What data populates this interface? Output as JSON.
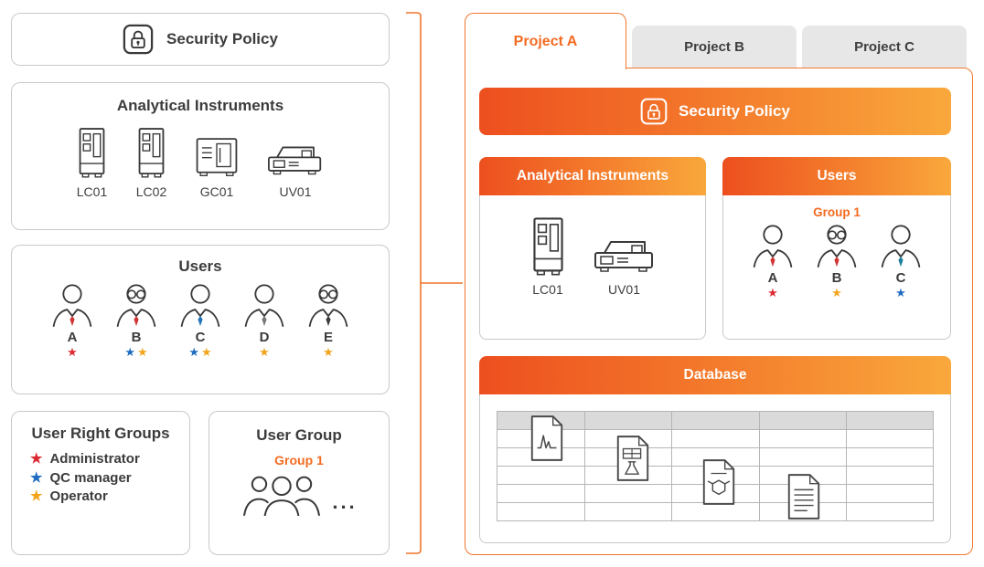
{
  "palette": {
    "accent_orange": "#f26b21",
    "gradient_start": "#ed4f1f",
    "gradient_end": "#f9a83c",
    "star_red": "#dc2a32",
    "star_blue": "#1f6cc0",
    "star_yellow": "#f2a51c"
  },
  "left_panel": {
    "security_policy": {
      "label": "Security Policy",
      "icon": "lock-icon"
    },
    "instruments": {
      "title": "Analytical Instruments",
      "items": [
        {
          "label": "LC01",
          "icon": "lc-instrument-icon"
        },
        {
          "label": "LC02",
          "icon": "lc-instrument-icon"
        },
        {
          "label": "GC01",
          "icon": "gc-instrument-icon"
        },
        {
          "label": "UV01",
          "icon": "uv-instrument-icon"
        }
      ]
    },
    "users": {
      "title": "Users",
      "items": [
        {
          "label": "A",
          "stars": [
            "red"
          ]
        },
        {
          "label": "B",
          "stars": [
            "blue",
            "yellow"
          ]
        },
        {
          "label": "C",
          "stars": [
            "blue",
            "yellow"
          ]
        },
        {
          "label": "D",
          "stars": [
            "yellow"
          ]
        },
        {
          "label": "E",
          "stars": [
            "yellow"
          ]
        }
      ]
    },
    "user_right_groups": {
      "title": "User Right Groups",
      "items": [
        {
          "star": "red",
          "label": "Administrator"
        },
        {
          "star": "blue",
          "label": "QC manager"
        },
        {
          "star": "yellow",
          "label": "Operator"
        }
      ]
    },
    "user_group": {
      "title": "User Group",
      "group_label": "Group 1",
      "more": "..."
    }
  },
  "project_panel": {
    "tabs": [
      {
        "label": "Project A",
        "active": true
      },
      {
        "label": "Project B",
        "active": false
      },
      {
        "label": "Project C",
        "active": false
      }
    ],
    "security_policy": {
      "label": "Security Policy",
      "icon": "lock-icon"
    },
    "instruments": {
      "title": "Analytical Instruments",
      "items": [
        {
          "label": "LC01",
          "icon": "lc-instrument-icon"
        },
        {
          "label": "UV01",
          "icon": "uv-instrument-icon"
        }
      ]
    },
    "users": {
      "title": "Users",
      "group_label": "Group 1",
      "items": [
        {
          "label": "A",
          "stars": [
            "red"
          ]
        },
        {
          "label": "B",
          "stars": [
            "yellow"
          ]
        },
        {
          "label": "C",
          "stars": [
            "blue"
          ]
        }
      ]
    },
    "database": {
      "title": "Database",
      "documents": [
        "chromatogram-document-icon",
        "analysis-table-document-icon",
        "structure-document-icon",
        "report-document-icon"
      ]
    }
  }
}
